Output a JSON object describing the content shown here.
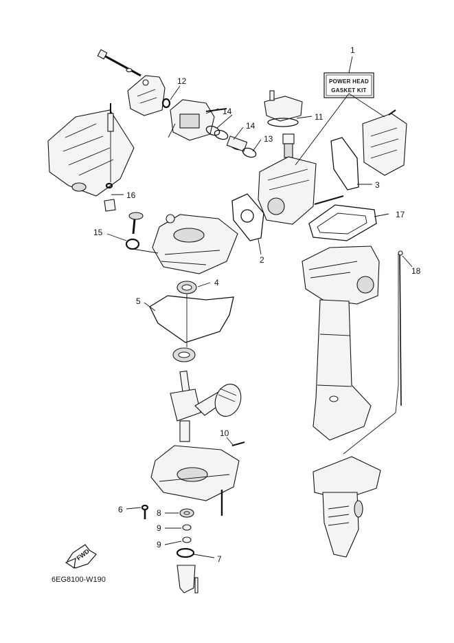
{
  "diagram": {
    "callouts": [
      "1",
      "2",
      "3",
      "4",
      "5",
      "6",
      "7",
      "8",
      "9",
      "9",
      "10",
      "11",
      "12",
      "13",
      "14",
      "14",
      "15",
      "16",
      "17",
      "18"
    ],
    "kit_label": [
      "POWER HEAD",
      "GASKET KIT"
    ],
    "fwd_label": "FWD",
    "diagram_code": "6EG8100-W190"
  }
}
